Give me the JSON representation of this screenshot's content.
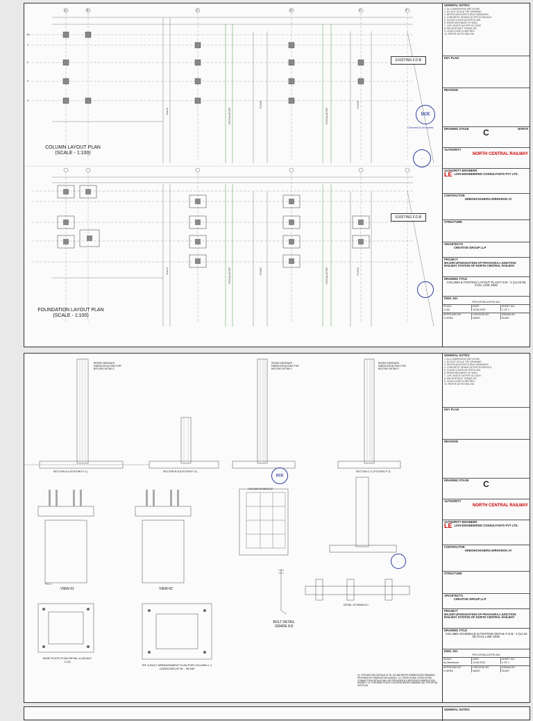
{
  "sheet1": {
    "plan_top_title": "COLUMN LAYOUT PLAN (SCALE - 1:100)",
    "plan_bottom_title": "FOUNDATION LAYOUT PLAN (SCALE - 1:100)",
    "existing_fob": "EXISTING F.O.B",
    "existing_fob2": "EXISTING F.O.B",
    "grid_cols": [
      "A",
      "B",
      "C",
      "D",
      "E",
      "F"
    ],
    "grid_rows": [
      "1A",
      "1",
      "2",
      "3",
      "4"
    ],
    "escalator": "ESCALATOR",
    "stair": "STAIR",
    "flow": "FLOW",
    "nala": "NALA",
    "checked": "Checked & Accepted",
    "title_block": {
      "general_notes": "GENERAL NOTES:",
      "key_plan": "KEY PLAN",
      "revision": "REVISION",
      "drawing_stage": "DRAWING STAGE",
      "stage_letter": "C",
      "north": "NORTH",
      "authority": "AUTHORITY",
      "authority_name": "NORTH CENTRAL RAILWAY",
      "authority_engineer": "AUTHORITY ENGINEER",
      "ae_name": "LION ENGINEERING CONSULTANTS PVT LTD.",
      "contractor": "CONTRACTOR",
      "contractor_name": "DINESHCHANDRA-DIRHARON JV",
      "structure": "STRUCTURE",
      "architects": "ARCHITECTS",
      "arch_name": "CREATIVE GROUP LLP",
      "project": "PROJECT",
      "project_name": "MAJOR UPGRADATION OF PRAYAGRAJ JUNCTION RAILWAY STATION OF NORTH CENTRAL RAILWAY",
      "drawing_title": "DRAWING TITLE",
      "drawing_title_text": "COLUMN & FOOTING LAYOUT PLAN F.O.B - 2 (12.20 M) CIVIL LINE SIDE",
      "dwg_no": "DWG. NO.",
      "dwg_no_val": "PRYJ/FOB-2/STR-001",
      "scale": "SCALE",
      "date": "DATE",
      "sheet_no": "SHEET NO.",
      "scale_val": "1:100",
      "date_val": "19-06-2023",
      "sheet_val": "1 OF 1",
      "approved": "APPROVED BY",
      "checked_by": "CHECKED BY",
      "drawn_by": "DRAWN BY",
      "approved_val": "H.GERA",
      "checked_val": "NAVIS",
      "drawn_val": "SUMIT"
    }
  },
  "sheet2": {
    "section_a": "SECTION A-A (FOOTING F-1)",
    "section_b": "SECTION B-B (FOOTING F-2)",
    "section_c": "SECTION C-C (FOOTING F-3)",
    "view1": "VIEW-01",
    "view2": "VIEW-02",
    "base_plate": "BASE PLATE PLAN DETAIL-A (SCALE 1:10)",
    "bolt_detail": "BOLT DETAIL GRADE 8.8",
    "rf_plan": "R/F & BOLT ARRANGEMENT PLAN FOR COLUMN C-1 (1300X1300) AT RL - 98.545",
    "column_schedule": "COLUMN SCHEDULE",
    "detail_beam": "DETAIL OF BEAM B-1",
    "pcc": "P.C.C.",
    "refer": "REFER SEPERATE FABRICATION DWG FOR BOLTING DETAILS",
    "notes_bottom": "11. FOR BOLTING DETAILS AT RL 102.560 REFER FABRICATION DRAWING PROVIDED BY FABRICATION AGENCY. 12. STRUCTURAL STEEL/STEEL CONNECTION DETAILS WILL BE PROVIDED BY APPROVED FABRICATION AGENCY. 13. FOR BASE PLATE LOCATION REFER DRAWING NO. PRYJ/FOB-2/STR-001",
    "title_block": {
      "stage_letter": "C",
      "authority_name": "NORTH CENTRAL RAILWAY",
      "ae_name": "LION ENGINEERING CONSULTANTS PVT LTD.",
      "contractor_name": "DINESHCHANDRA-DIRHARON JV",
      "arch_name": "CREATIVE GROUP LLP",
      "project_name": "MAJOR UPGRADATION OF PRAYAGRAJ JUNCTION RAILWAY STATION OF NORTH CENTRAL RAILWAY",
      "drawing_title_text": "COLUMN SCHEDULE & FOOTING DETAIL F.O.B - 2 (12.20 M) CIVIL LINE SIDE",
      "dwg_no_val": "PRYJ/FOB-2/STR-002",
      "scale_val": "As Mentioned",
      "date_val": "19-06-2023",
      "sheet_val": "1 OF 1",
      "approved_val": "H.GERA",
      "checked_val": "NAVIS",
      "drawn_val": "SUMIT"
    }
  },
  "sheet3": {
    "general_notes": "GENERAL NOTES:"
  }
}
